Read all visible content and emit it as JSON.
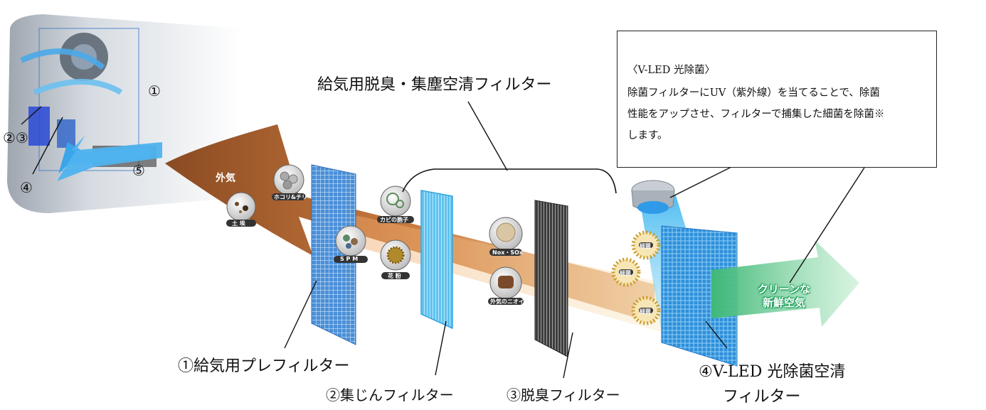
{
  "unit_markers": {
    "m1": "①",
    "m23": "②③",
    "m4": "④",
    "m5": "⑤"
  },
  "supply_filter_title": "給気用脱臭・集塵空清フィルター",
  "callout": {
    "heading": "〈V-LED 光除菌〉",
    "body_line1": "除菌フィルターにUV（紫外線）を当てることで、除菌",
    "body_line2": "性能をアップさせ、フィルターで捕集した細菌を除菌※",
    "body_line3": "します。"
  },
  "outside_air": "外気",
  "particles": {
    "soil": "土 埃",
    "dust": "ホコリ&チリ",
    "spm": "S P M",
    "mold": "カビの胞子",
    "pollen": "花 粉",
    "nox": "Nox・SOx",
    "odor": "外気のニオイ",
    "bacteria": "細菌"
  },
  "clean_air_line1": "クリーンな",
  "clean_air_line2": "新鮮空気",
  "filters": {
    "f1": "①給気用プレフィルター",
    "f2": "②集じんフィルター",
    "f3": "③脱臭フィルター",
    "f4_line1": "④V-LED 光除菌空清",
    "f4_line2": "フィルター"
  },
  "colors": {
    "air_brown": "#a0623a",
    "filter_blue": "#3fa2e6",
    "uv_blue": "#6ccaf5",
    "clean_green": "#7ed2a0",
    "deodor_gray": "#5a5a5a"
  }
}
